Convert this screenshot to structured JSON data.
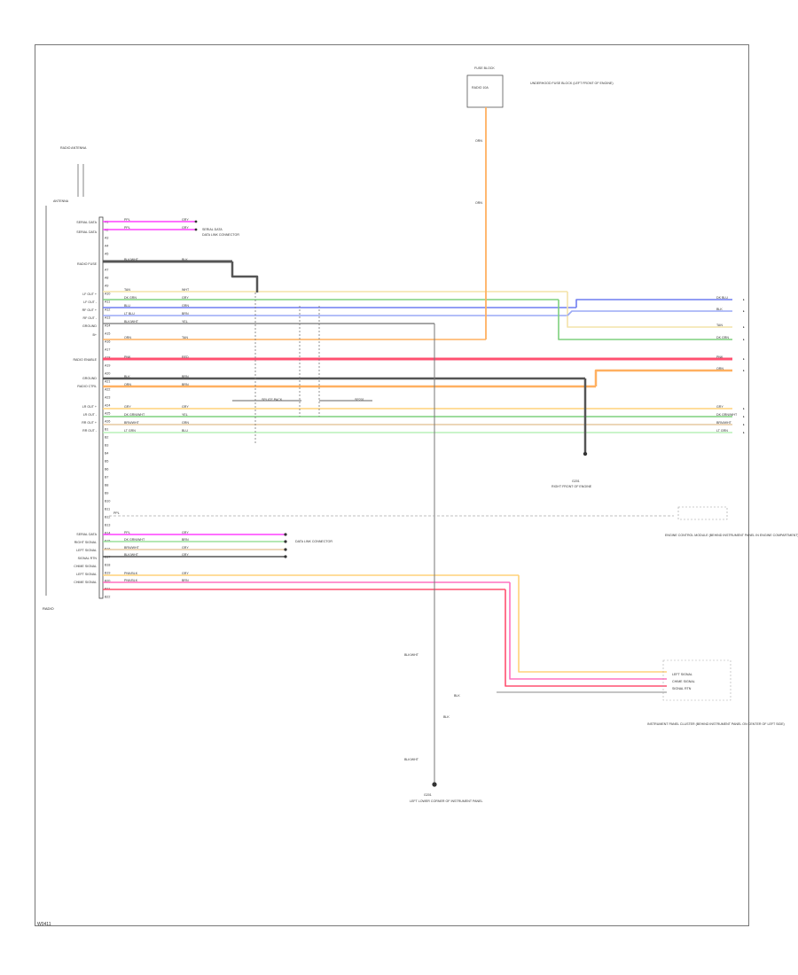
{
  "footer": {
    "code": "W0411"
  },
  "radio": {
    "name": "RADIO",
    "pins": [
      "A1",
      "A2",
      "A3",
      "A4",
      "A5",
      "A6",
      "A7",
      "A8",
      "A9",
      "A10",
      "A11",
      "A12",
      "A13",
      "A14",
      "A15",
      "A16",
      "A17",
      "A18",
      "A19",
      "A20",
      "A21",
      "A22",
      "A23",
      "A24",
      "A25",
      "A26",
      "B1",
      "B2",
      "B3",
      "B4",
      "B5",
      "B6",
      "B7",
      "B8",
      "B9",
      "B10",
      "B11",
      "B12",
      "B13",
      "B14",
      "B15",
      "B16",
      "B17",
      "B18",
      "B19",
      "B20",
      "B21",
      "B22"
    ],
    "pin_labels": [
      "SERIAL DATA",
      "SERIAL DATA",
      "RADIO FUSE",
      "LF OUT +",
      "LF OUT -",
      "RF OUT +",
      "RF OUT -",
      "GROUND",
      "B+",
      "RADIO ENABLE",
      "GROUND",
      "RADIO CTRL",
      "LR OUT +",
      "LR OUT -",
      "RR OUT +",
      "RR OUT -",
      "SERIAL DATA",
      "RIGHT SIGNAL",
      "LEFT SIGNAL",
      "SIGNAL RTN",
      "CHIME SIGNAL",
      "LEFT SIGNAL",
      "CHIME SIGNAL"
    ]
  },
  "fuse": {
    "name": "FUSE BLOCK",
    "label": "RADIO 10A",
    "desc": "UNDERHOOD FUSE BLOCK (LEFT FRONT OF ENGINE)",
    "wire": "ORN"
  },
  "antenna": {
    "name": "RADIO ANTENNA",
    "desc": "ANTENNA"
  },
  "wires": [
    {
      "color": "PPL",
      "code": "GRY"
    },
    {
      "color": "PPL",
      "code": "GRY"
    },
    {
      "color": "BLK/WHT",
      "code": "BLK"
    },
    {
      "color": "TAN",
      "code": "WHT"
    },
    {
      "color": "DK GRN",
      "code": "GRY"
    },
    {
      "color": "BLU",
      "code": "GRN"
    },
    {
      "color": "LT BLU",
      "code": "BRN"
    },
    {
      "color": "BLK/WHT",
      "code": "YEL"
    },
    {
      "color": "ORN",
      "code": "TAN"
    },
    {
      "color": "PNK",
      "code": "RED"
    },
    {
      "color": "BLK",
      "code": "BRN"
    },
    {
      "color": "ORN",
      "code": "BRN"
    },
    {
      "color": "GRY",
      "code": "GRY"
    },
    {
      "color": "DK GRN/WHT",
      "code": "YEL"
    },
    {
      "color": "BRN/WHT",
      "code": "GRN"
    },
    {
      "color": "LT GRN",
      "code": "BLU"
    },
    {
      "color": "PPL",
      "code": "GRY"
    },
    {
      "color": "DK GRN/WHT",
      "code": "BRN"
    },
    {
      "color": "BRN/WHT",
      "code": "GRY"
    },
    {
      "color": "BLK/WHT",
      "code": "GRY"
    },
    {
      "color": "PNK/BLK",
      "code": "GRY"
    },
    {
      "color": "PNK/BLK",
      "code": "BRN"
    }
  ],
  "right_labels": [
    {
      "text": "DK BLU"
    },
    {
      "text": "BLK"
    },
    {
      "text": "TAN"
    },
    {
      "text": "DK GRN"
    },
    {
      "text": "PNK"
    },
    {
      "text": "ORN"
    },
    {
      "text": "GRY"
    },
    {
      "text": "DK GRN/WHT"
    },
    {
      "text": "BRN/WHT"
    },
    {
      "text": "LT GRN"
    }
  ],
  "labels": {
    "radio_fuse_title": "RADIO CIRCUIT",
    "serial_ref": "SERIAL DATA",
    "serial_ref_desc": "DATA LINK CONNECTOR",
    "data_link": "DATA LINK CONNECTOR",
    "ground1": "G201",
    "ground1_desc": "RIGHT FRONT OF ENGINE",
    "ground2": "G201",
    "ground2_desc": "LEFT LOWER CORNER OF INSTRUMENT PANEL",
    "ecm_desc": "ENGINE CONTROL MODULE (BEHIND INSTRUMENT PANEL IN ENGINE COMPARTMENT)",
    "inst_desc": "INSTRUMENT PANEL CLUSTER (BEHIND INSTRUMENT PANEL ON CENTER OF LEFT SIDE)",
    "splice1": "SPLICE PACK",
    "splice2": "SP201",
    "blk_wht": "BLK/WHT",
    "blk_wht2": "BLK/WHT",
    "blk": "BLK",
    "left_signal": "LEFT SIGNAL",
    "chime_signal": "CHIME SIGNAL",
    "signal_rtn": "SIGNAL RTN"
  }
}
